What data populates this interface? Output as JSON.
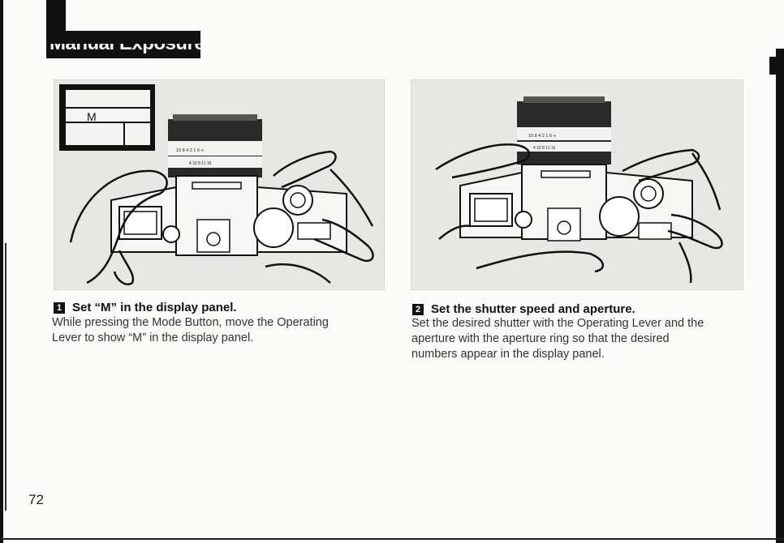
{
  "header": {
    "title": "Manual Exposure"
  },
  "figure1": {
    "display_panel_letter": "M",
    "scale_row_1": "15 8 4 2 1 6 ∞",
    "scale_row_2": "4 32 8 11 16"
  },
  "figure2": {
    "scale_row_1": "15 8 4 2 1 6 ∞",
    "scale_row_2": "4 32 8 11 16"
  },
  "step1": {
    "number": "1",
    "title": "Set “M” in the display panel.",
    "body": [
      "While pressing the Mode Button, move the Operating",
      "Lever to show “M” in the display panel."
    ]
  },
  "step2": {
    "number": "2",
    "title": "Set the shutter speed and aperture.",
    "body": [
      "Set the desired shutter with the Operating Lever and the",
      "aperture with the aperture ring so that the desired",
      "numbers appear in the display panel."
    ]
  },
  "footer": {
    "page_number": "72"
  }
}
